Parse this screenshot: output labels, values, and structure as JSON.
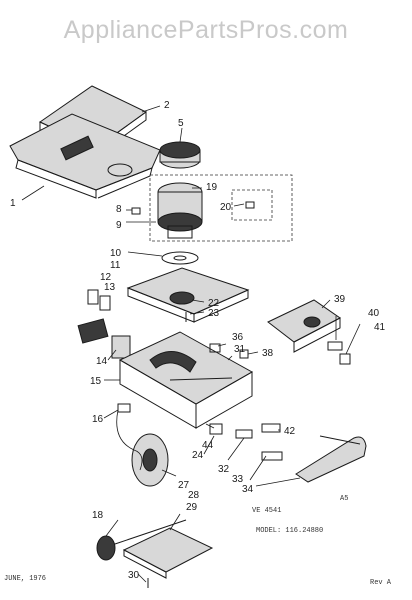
{
  "watermark": "AppliancePartsPros.com",
  "callouts": [
    {
      "id": "c1",
      "text": "1"
    },
    {
      "id": "c2",
      "text": "2"
    },
    {
      "id": "c5",
      "text": "5"
    },
    {
      "id": "c8",
      "text": "8"
    },
    {
      "id": "c9",
      "text": "9"
    },
    {
      "id": "c10",
      "text": "10"
    },
    {
      "id": "c11",
      "text": "11"
    },
    {
      "id": "c12",
      "text": "12"
    },
    {
      "id": "c13",
      "text": "13"
    },
    {
      "id": "c14",
      "text": "14"
    },
    {
      "id": "c15",
      "text": "15"
    },
    {
      "id": "c16",
      "text": "16"
    },
    {
      "id": "c18",
      "text": "18"
    },
    {
      "id": "c19",
      "text": "19"
    },
    {
      "id": "c20",
      "text": "20"
    },
    {
      "id": "c22",
      "text": "22"
    },
    {
      "id": "c23",
      "text": "23"
    },
    {
      "id": "c24",
      "text": "24"
    },
    {
      "id": "c27",
      "text": "27"
    },
    {
      "id": "c28",
      "text": "28"
    },
    {
      "id": "c29",
      "text": "29"
    },
    {
      "id": "c30",
      "text": "30"
    },
    {
      "id": "c31",
      "text": "31"
    },
    {
      "id": "c32",
      "text": "32"
    },
    {
      "id": "c33",
      "text": "33"
    },
    {
      "id": "c34",
      "text": "34"
    },
    {
      "id": "c36",
      "text": "36"
    },
    {
      "id": "c38",
      "text": "38"
    },
    {
      "id": "c39",
      "text": "39"
    },
    {
      "id": "c40",
      "text": "40"
    },
    {
      "id": "c41",
      "text": "41"
    },
    {
      "id": "c42",
      "text": "42"
    },
    {
      "id": "c44",
      "text": "44"
    }
  ],
  "notes": {
    "a5": "A5",
    "ref": "VE 4541",
    "model": "MODEL: 116.24880",
    "date": "JUNE, 1976",
    "rev": "Rev A"
  }
}
